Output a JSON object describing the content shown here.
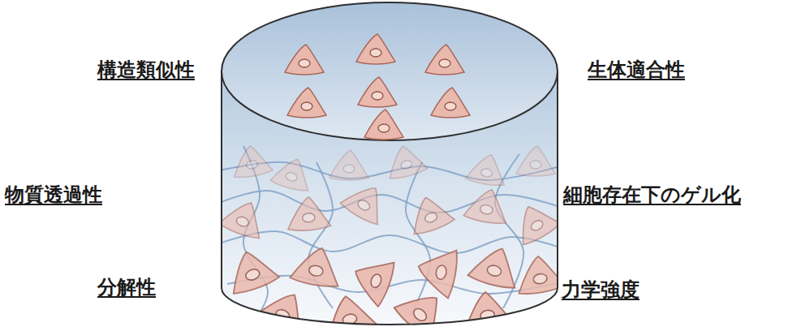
{
  "diagram": {
    "labels": [
      "構造類似性",
      "生体適合性",
      "物質透過性",
      "細胞存在下のゲル化",
      "分解性",
      "力学強度"
    ]
  }
}
